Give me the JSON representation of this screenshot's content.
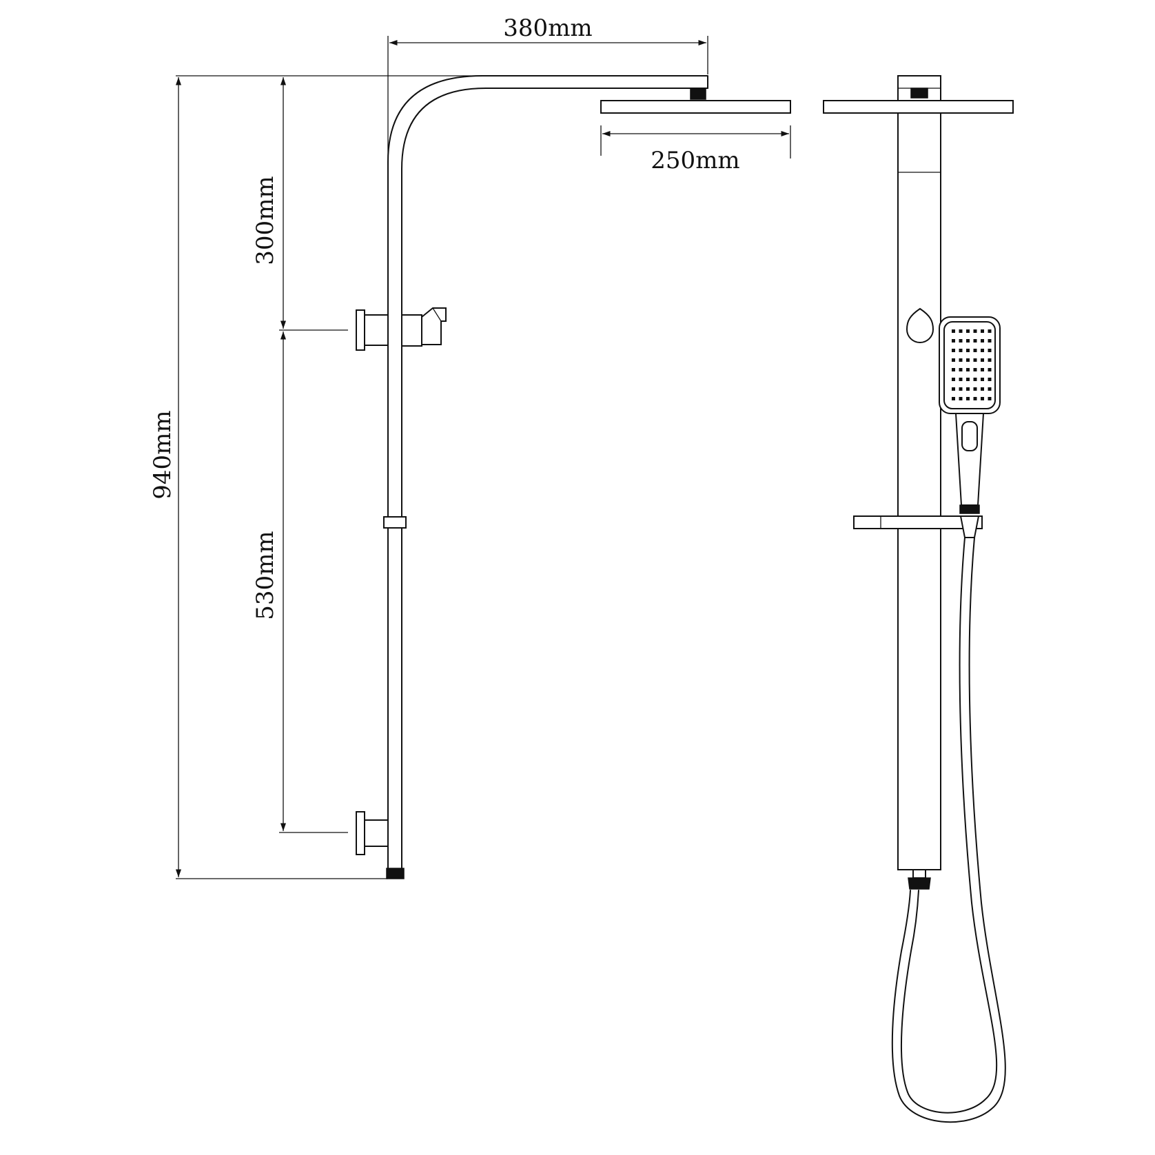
{
  "diagram": {
    "colors": {
      "line": "#111111",
      "background": "#ffffff"
    },
    "dimensions": {
      "arm_length": "380mm",
      "head_width": "250mm",
      "upper_section": "300mm",
      "lower_section": "530mm",
      "total_height": "940mm"
    }
  }
}
